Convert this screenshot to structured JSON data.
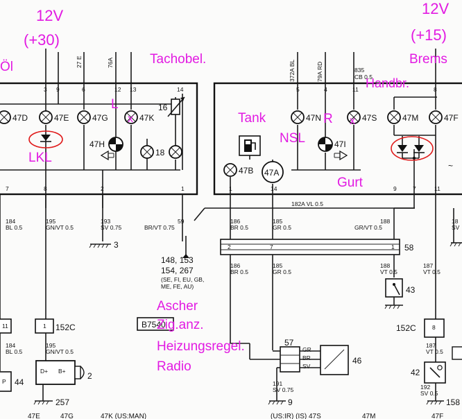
{
  "annotations": {
    "supply_left": "12V",
    "terminal_left": "(+30)",
    "supply_right": "12V",
    "terminal_right": "(+15)",
    "oil": "Öl",
    "tacho": "Tachobel.",
    "brake": "Brems",
    "handbrake": "Handbr.",
    "l": "L",
    "x_mark": "x",
    "tank": "Tank",
    "nsl": "NSL",
    "r": "R",
    "lkl": "LKL",
    "belt": "Gurt",
    "ashtray": "Ascher",
    "lighter": "Zig.anz.",
    "heater": "Heizungsregel.",
    "radio": "Radio"
  },
  "colors": {
    "annotation": "#e21ae2",
    "highlight_circle": "#e01b1b",
    "ink": "#111111"
  }
}
